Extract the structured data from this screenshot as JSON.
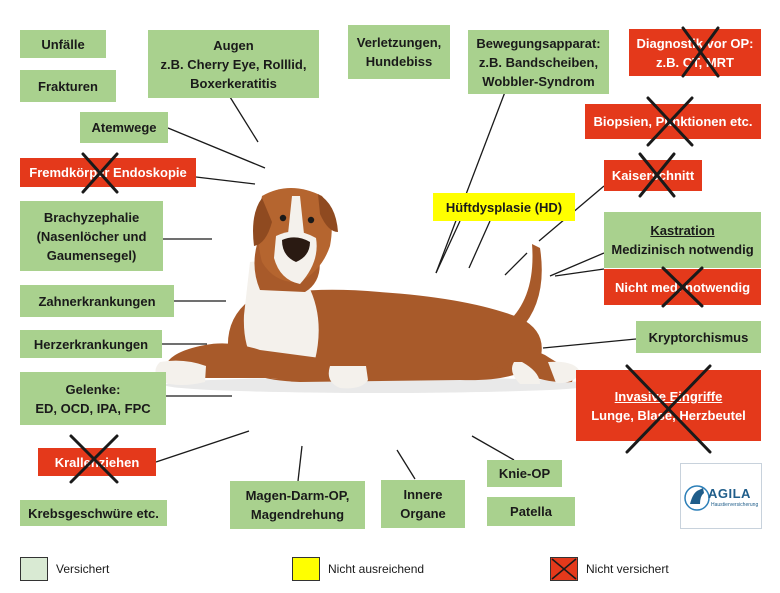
{
  "colors": {
    "insured": "#a9d18e",
    "not_sufficient": "#ffff00",
    "not_insured": "#e4391b"
  },
  "boxes": {
    "unfaelle": "Unfälle",
    "frakturen": "Frakturen",
    "augen_l1": "Augen",
    "augen_l2": "z.B. Cherry Eye, Rolllid,",
    "augen_l3": "Boxerkeratitis",
    "verletzungen_l1": "Verletzungen,",
    "verletzungen_l2": "Hundebiss",
    "bewegung_l1": "Bewegungsapparat:",
    "bewegung_l2": "z.B. Bandscheiben,",
    "bewegung_l3": "Wobbler-Syndrom",
    "diagnostik_l1": "Diagnostik vor OP:",
    "diagnostik_l2": "z.B. CT, MRT",
    "atemwege": "Atemwege",
    "biopsien": "Biopsien, Punktionen etc.",
    "fremdkoerper": "Fremdkörper Endoskopie",
    "kaiserschnitt": "Kaiserschnitt",
    "hueftdysplasie": "Hüftdysplasie (HD)",
    "brachy_l1": "Brachyzephalie",
    "brachy_l2": "(Nasenlöcher und",
    "brachy_l3": "Gaumensegel)",
    "kastration_title": "Kastration",
    "kastration_med": "Medizinisch notwendig",
    "kastration_nicht": "Nicht med. notwendig",
    "zahn": "Zahnerkrankungen",
    "kryptorchismus": "Kryptorchismus",
    "herz": "Herzerkrankungen",
    "gelenke_l1": "Gelenke:",
    "gelenke_l2": "ED, OCD, IPA, FPC",
    "invasive_l1": "Invasive Eingriffe",
    "invasive_l2": "Lunge, Blase, Herzbeutel",
    "krallen": "Krallenziehen",
    "knie": "Knie-OP",
    "krebs": "Krebsgeschwüre etc.",
    "magen_l1": "Magen-Darm-OP,",
    "magen_l2": "Magendrehung",
    "innere_l1": "Innere",
    "innere_l2": "Organe",
    "patella": "Patella"
  },
  "legend": {
    "insured": "Versichert",
    "not_sufficient": "Nicht ausreichend",
    "not_insured": "Nicht versichert"
  },
  "logo": {
    "name": "AGILA",
    "sub": "Haustierversicherung",
    "icon": "dog-figure-icon"
  }
}
